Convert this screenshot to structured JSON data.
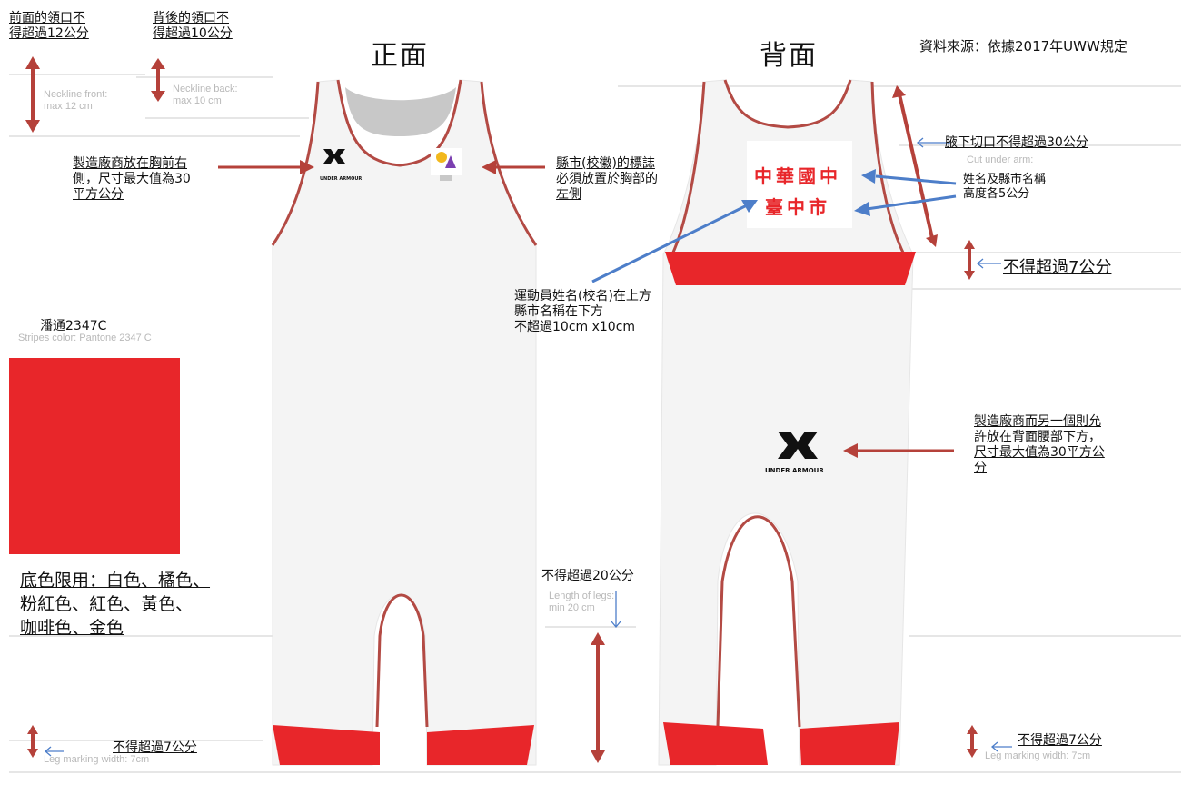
{
  "titles": {
    "front": "正面",
    "back": "背面"
  },
  "source": "資料來源：依據2017年UWW規定",
  "colors": {
    "trim": "#b34a44",
    "red": "#e8262a",
    "guide": "#dcdcdc",
    "arrow_red": "#b5413a",
    "arrow_blue": "#4d7ec9",
    "collar_grey": "#c8c8c8"
  },
  "notes": {
    "front_neck": [
      "前面的領口不",
      "得超過12公分"
    ],
    "back_neck": [
      "背後的領口不",
      "得超過10公分"
    ],
    "maker_chest": [
      "製造廠商放在胸前右",
      "側，尺寸最大值為30",
      "平方公分"
    ],
    "emblem": [
      "縣市(校徽)的標誌",
      "必須放置於胸部的",
      "左側"
    ],
    "underarm": "腋下切口不得超過30公分",
    "name_height": [
      "姓名及縣市名稱",
      "高度各5公分"
    ],
    "stripe_7": "不得超過7公分",
    "athlete_name": [
      "運動員姓名(校名)在上方",
      "縣市名稱在下方",
      "不超過10cm x10cm"
    ],
    "maker_back": [
      "製造廠商而另一個則允",
      "許放在背面腰部下方，",
      "尺寸最大值為30平方公",
      "分"
    ],
    "leg_len": "不得超過20公分",
    "leg_mark_left": "不得超過7公分",
    "leg_mark_right": "不得超過7公分",
    "pantone": "潘通2347C",
    "base_colors": [
      "底色限用：白色、橘色、",
      "粉紅色、紅色、黃色、",
      "咖啡色、金色"
    ]
  },
  "faint": {
    "neck_front": [
      "Neckline front:",
      "max 12 cm"
    ],
    "neck_back": [
      "Neckline back:",
      "max 10 cm"
    ],
    "cut_underarm": [
      "Cut under arm:"
    ],
    "stripes_color": "Stripes color: Pantone 2347 C",
    "length_legs": [
      "Length of legs:",
      "min 20 cm"
    ],
    "leg_marking_left": "Leg marking width: 7cm",
    "leg_marking_right": "Leg marking width: 7cm"
  },
  "back_name": {
    "line1": "中華國中",
    "line2": "臺中市"
  },
  "brand": "UNDER ARMOUR"
}
